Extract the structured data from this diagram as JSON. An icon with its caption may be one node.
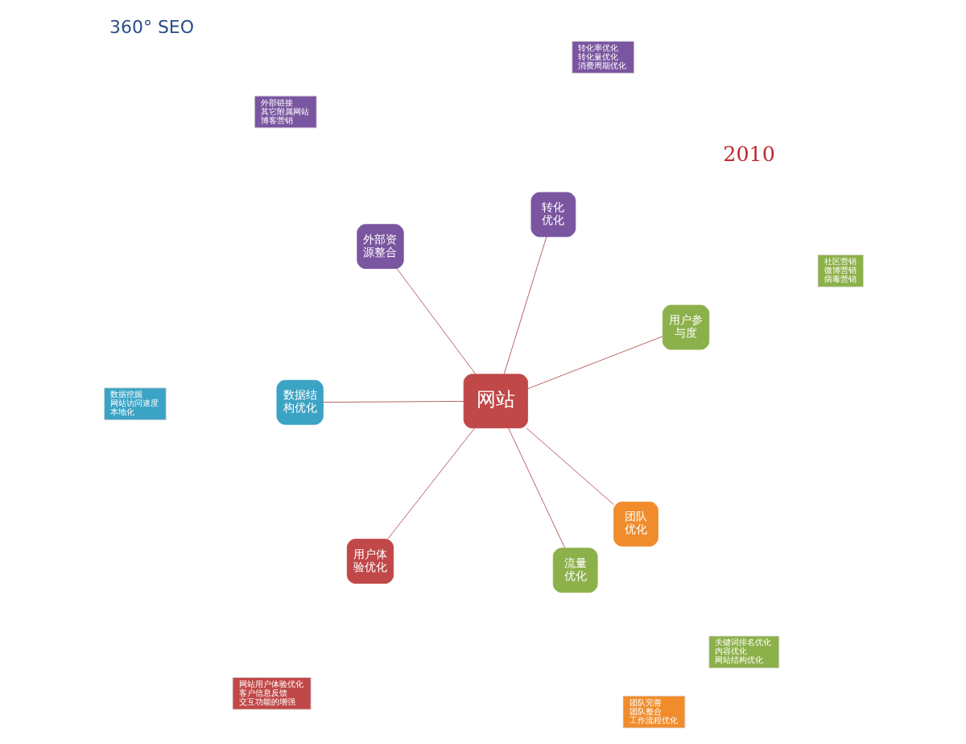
{
  "diagram": {
    "title": "360° SEO",
    "nodes": [
      {
        "text": [
          "网站"
        ]
      },
      {
        "text": [
          "流量优化"
        ]
      },
      {
        "text": [
          "关键词排名优化",
          "内容优化",
          "网站结构优化"
        ]
      },
      {
        "text": [
          "外部资源整合"
        ]
      },
      {
        "text": [
          "外部链接",
          "其它附属网站",
          "博客营销"
        ]
      },
      {
        "text": [
          "数据结构优化"
        ]
      },
      {
        "text": [
          "数据挖掘",
          "网站访问速度",
          "本地化"
        ]
      },
      {
        "text": [
          "团队优化"
        ]
      },
      {
        "text": [
          "团队完善",
          "团队整合",
          "工作流程优化"
        ]
      },
      {
        "text": [
          "用户体验优化"
        ]
      },
      {
        "text": [
          "网站用户体验优化",
          "客户信息反馈",
          "交互功能的增强"
        ]
      },
      {
        "text": [
          "用户参与度"
        ]
      },
      {
        "text": [
          "社区营销",
          "微博营销",
          "病毒营销"
        ]
      },
      {
        "text": [
          "转化优化"
        ]
      },
      {
        "text": [
          "转化率优化",
          "转化量优化",
          "消费周期优化"
        ]
      }
    ],
    "edges": [
      {
        "from": 0,
        "to": 1,
        "arrow": "none"
      },
      {
        "from": 0,
        "to": 3,
        "arrow": "none"
      },
      {
        "from": 0,
        "to": 5,
        "arrow": "none"
      },
      {
        "from": 0,
        "to": 7,
        "arrow": "none"
      },
      {
        "from": 0,
        "to": 9,
        "arrow": "none"
      },
      {
        "from": 0,
        "to": 11,
        "arrow": "none"
      },
      {
        "from": 0,
        "to": 13,
        "arrow": "none"
      }
    ],
    "labels": [
      "2010"
    ]
  }
}
